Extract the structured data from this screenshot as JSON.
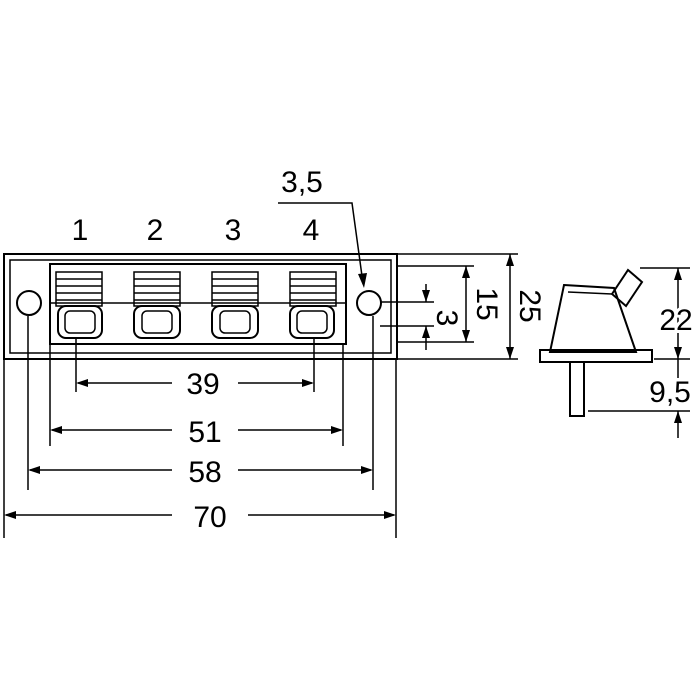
{
  "diagram": {
    "terminal_numbers": [
      "1",
      "2",
      "3",
      "4"
    ],
    "dimensions": {
      "hole_dia": "3,5",
      "terminal_pitch": "39",
      "inner_width": "51",
      "hole_spacing": "58",
      "overall_width": "70",
      "terminal_height": "3",
      "inner_height": "15",
      "overall_height": "25",
      "side_height": "22",
      "pin_length": "9,5"
    }
  }
}
